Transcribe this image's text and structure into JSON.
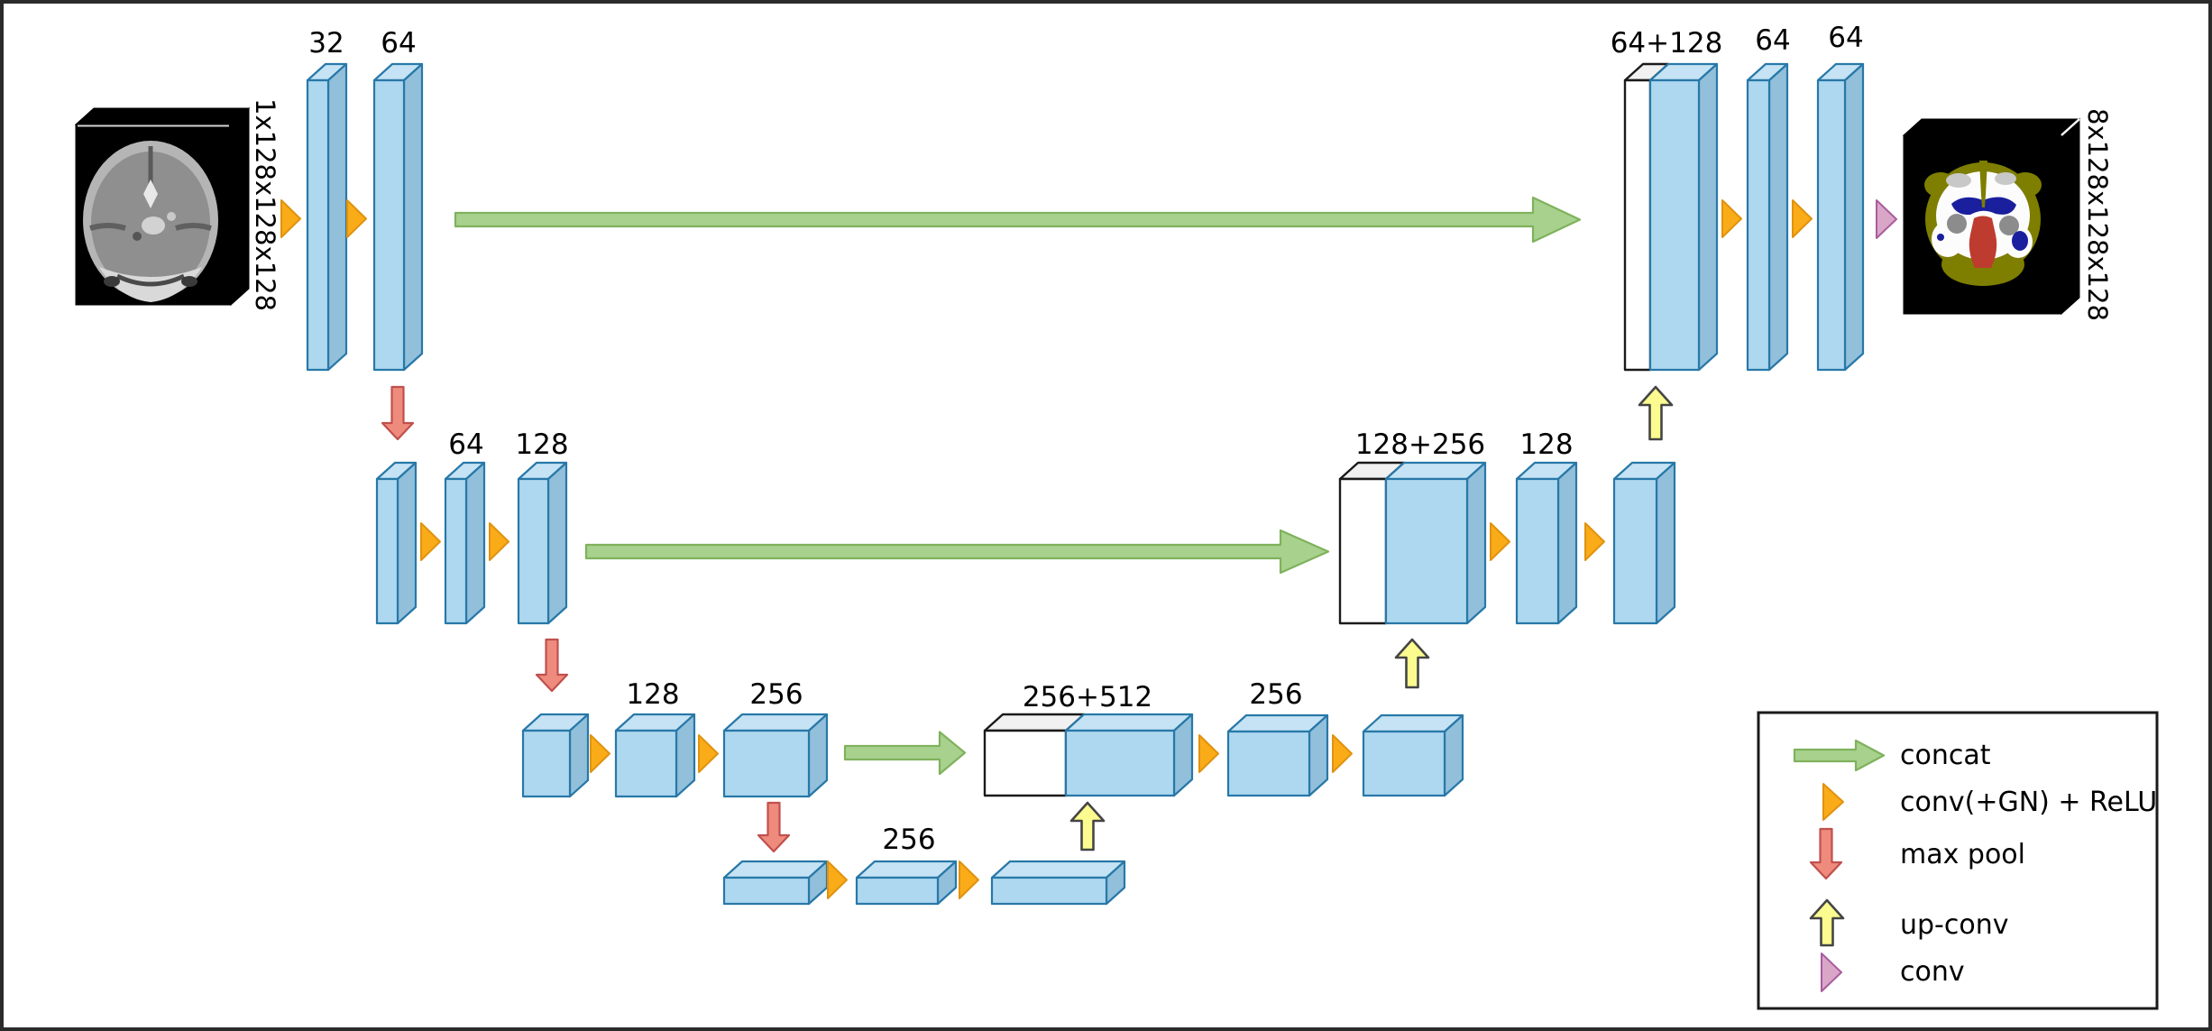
{
  "diagram_type": "3D U-Net convolutional neural network architecture",
  "volumes": {
    "input_label": "1x128x128x128",
    "output_label": "8x128x128x128"
  },
  "rows": {
    "row1": {
      "encoder_labels": [
        "32",
        "64"
      ],
      "decoder_concat": "64+128",
      "decoder_labels": [
        "64",
        "64"
      ]
    },
    "row2": {
      "encoder_labels": [
        "64",
        "128"
      ],
      "decoder_concat": "128+256",
      "decoder_labels": [
        "128"
      ]
    },
    "row3": {
      "encoder_labels": [
        "128",
        "256"
      ],
      "decoder_concat": "256+512",
      "decoder_labels": [
        "256"
      ]
    },
    "row4": {
      "labels": [
        "256"
      ]
    }
  },
  "legend": {
    "items": [
      {
        "icon": "concat-arrow-icon",
        "label": "concat"
      },
      {
        "icon": "conv-gn-relu-triangle-icon",
        "label": "conv(+GN) + ReLU"
      },
      {
        "icon": "max-pool-arrow-icon",
        "label": "max pool"
      },
      {
        "icon": "up-conv-arrow-icon",
        "label": "up-conv"
      },
      {
        "icon": "conv-triangle-icon",
        "label": "conv"
      }
    ]
  },
  "colors": {
    "feature_map_front": "#AED8EF",
    "feature_map_top": "#C5E3F4",
    "feature_map_side": "#92C0DB",
    "feature_map_stroke": "#2878A8",
    "concat_copy_white": "#FFFFFF",
    "conv_arrow": "#FAAB18",
    "conv_arrow_stroke": "#E0930F",
    "max_pool_arrow": "#EE8B7D",
    "max_pool_stroke": "#C0504D",
    "up_conv_arrow": "#FBFB8F",
    "up_conv_stroke": "#454545",
    "concat_arrow": "#A9D18E",
    "concat_arrow_stroke": "#7FB25C",
    "final_conv_arrow": "#D9A6C8",
    "final_conv_stroke": "#A95C9D",
    "segmentation": {
      "background": "#000000",
      "cortex_olive": "#7E7E00",
      "white_matter": "#FCFCFC",
      "csf_gray": "#C8C8C8",
      "deep_gray": "#8C8C8C",
      "ventricle_blue": "#1A1F9E",
      "brainstem_red": "#BE3B2F"
    }
  }
}
